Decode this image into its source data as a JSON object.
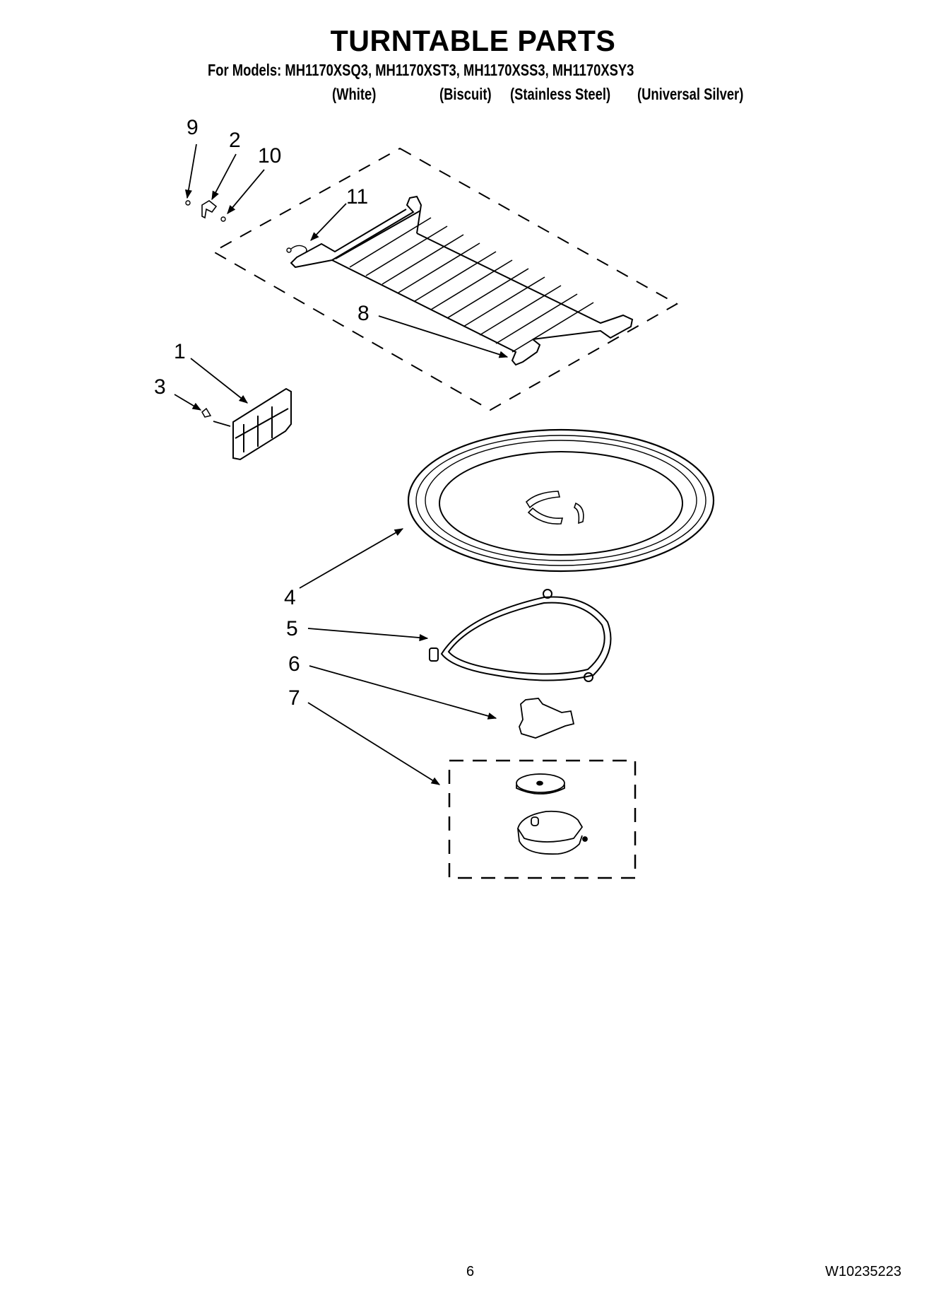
{
  "header": {
    "title": "TURNTABLE PARTS",
    "models_line": "For Models: MH1170XSQ3, MH1170XST3, MH1170XSS3, MH1170XSY3",
    "models": [
      "MH1170XSQ3",
      "MH1170XST3",
      "MH1170XSS3",
      "MH1170XSY3"
    ],
    "colors": [
      "(White)",
      "(Biscuit)",
      "(Stainless Steel)",
      "(Universal Silver)"
    ]
  },
  "callouts": [
    {
      "id": "9",
      "label": "9"
    },
    {
      "id": "2",
      "label": "2"
    },
    {
      "id": "10",
      "label": "10"
    },
    {
      "id": "11",
      "label": "11"
    },
    {
      "id": "8",
      "label": "8"
    },
    {
      "id": "1",
      "label": "1"
    },
    {
      "id": "3",
      "label": "3"
    },
    {
      "id": "4",
      "label": "4"
    },
    {
      "id": "5",
      "label": "5"
    },
    {
      "id": "6",
      "label": "6"
    },
    {
      "id": "7",
      "label": "7"
    }
  ],
  "footer": {
    "page_number": "6",
    "document_number": "W10235223"
  }
}
